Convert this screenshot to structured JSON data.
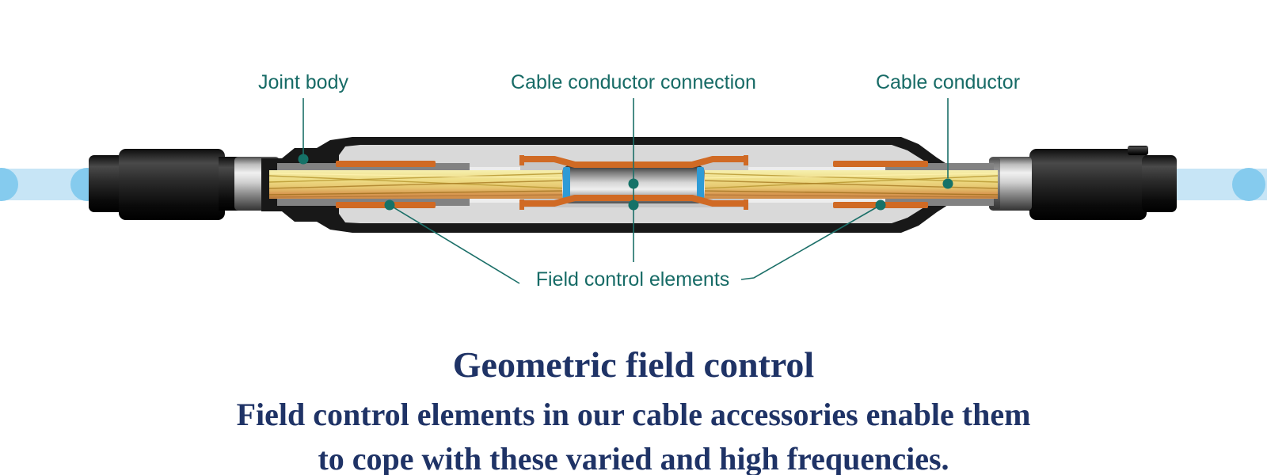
{
  "page": {
    "background": "#ffffff"
  },
  "diagram": {
    "type": "cable-joint-cutaway",
    "labels": {
      "joint_body": "Joint body",
      "conductor_connection": "Cable conductor connection",
      "cable_conductor": "Cable conductor",
      "field_control": "Field control elements"
    },
    "label_color": "#176b66",
    "leader_color": "#1b6f68",
    "marker_color": "#157268",
    "colors": {
      "joint_body_fill": "#d9d9d9",
      "inner_sleeve": "#ededed",
      "semicon_tube": "#828282",
      "center_tube": "#c6c6c6",
      "field_control_orange": "#d06a24",
      "connector_blue": "#2e9bd6",
      "cable_line_blue": "#c7e5f6",
      "cable_line_dot_blue": "#85cbee",
      "shell_black": "#181818"
    }
  },
  "caption": {
    "title": "Geometric field control",
    "body_lines": [
      "Field control elements in our cable accessories enable them",
      "to cope with these varied and high frequencies."
    ],
    "text_color": "#1f3366"
  }
}
